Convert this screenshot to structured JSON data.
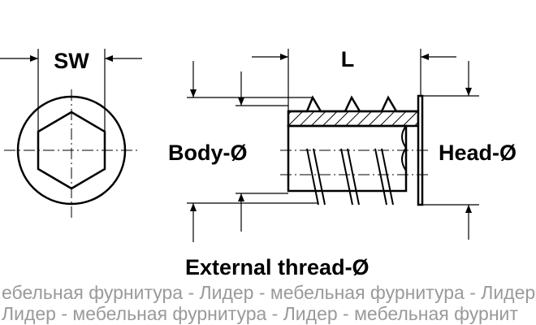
{
  "labels": {
    "sw": "SW",
    "length": "L",
    "body_diameter": "Body-Ø",
    "head_diameter": "Head-Ø",
    "external_thread": "External thread-Ø"
  },
  "watermark": {
    "line1": "ебельная фурнитура - Лидер - мебельная фурнитура - Лидер -",
    "line2": "Лидер - мебельная фурнитура - Лидер - мебельная фурнит"
  }
}
